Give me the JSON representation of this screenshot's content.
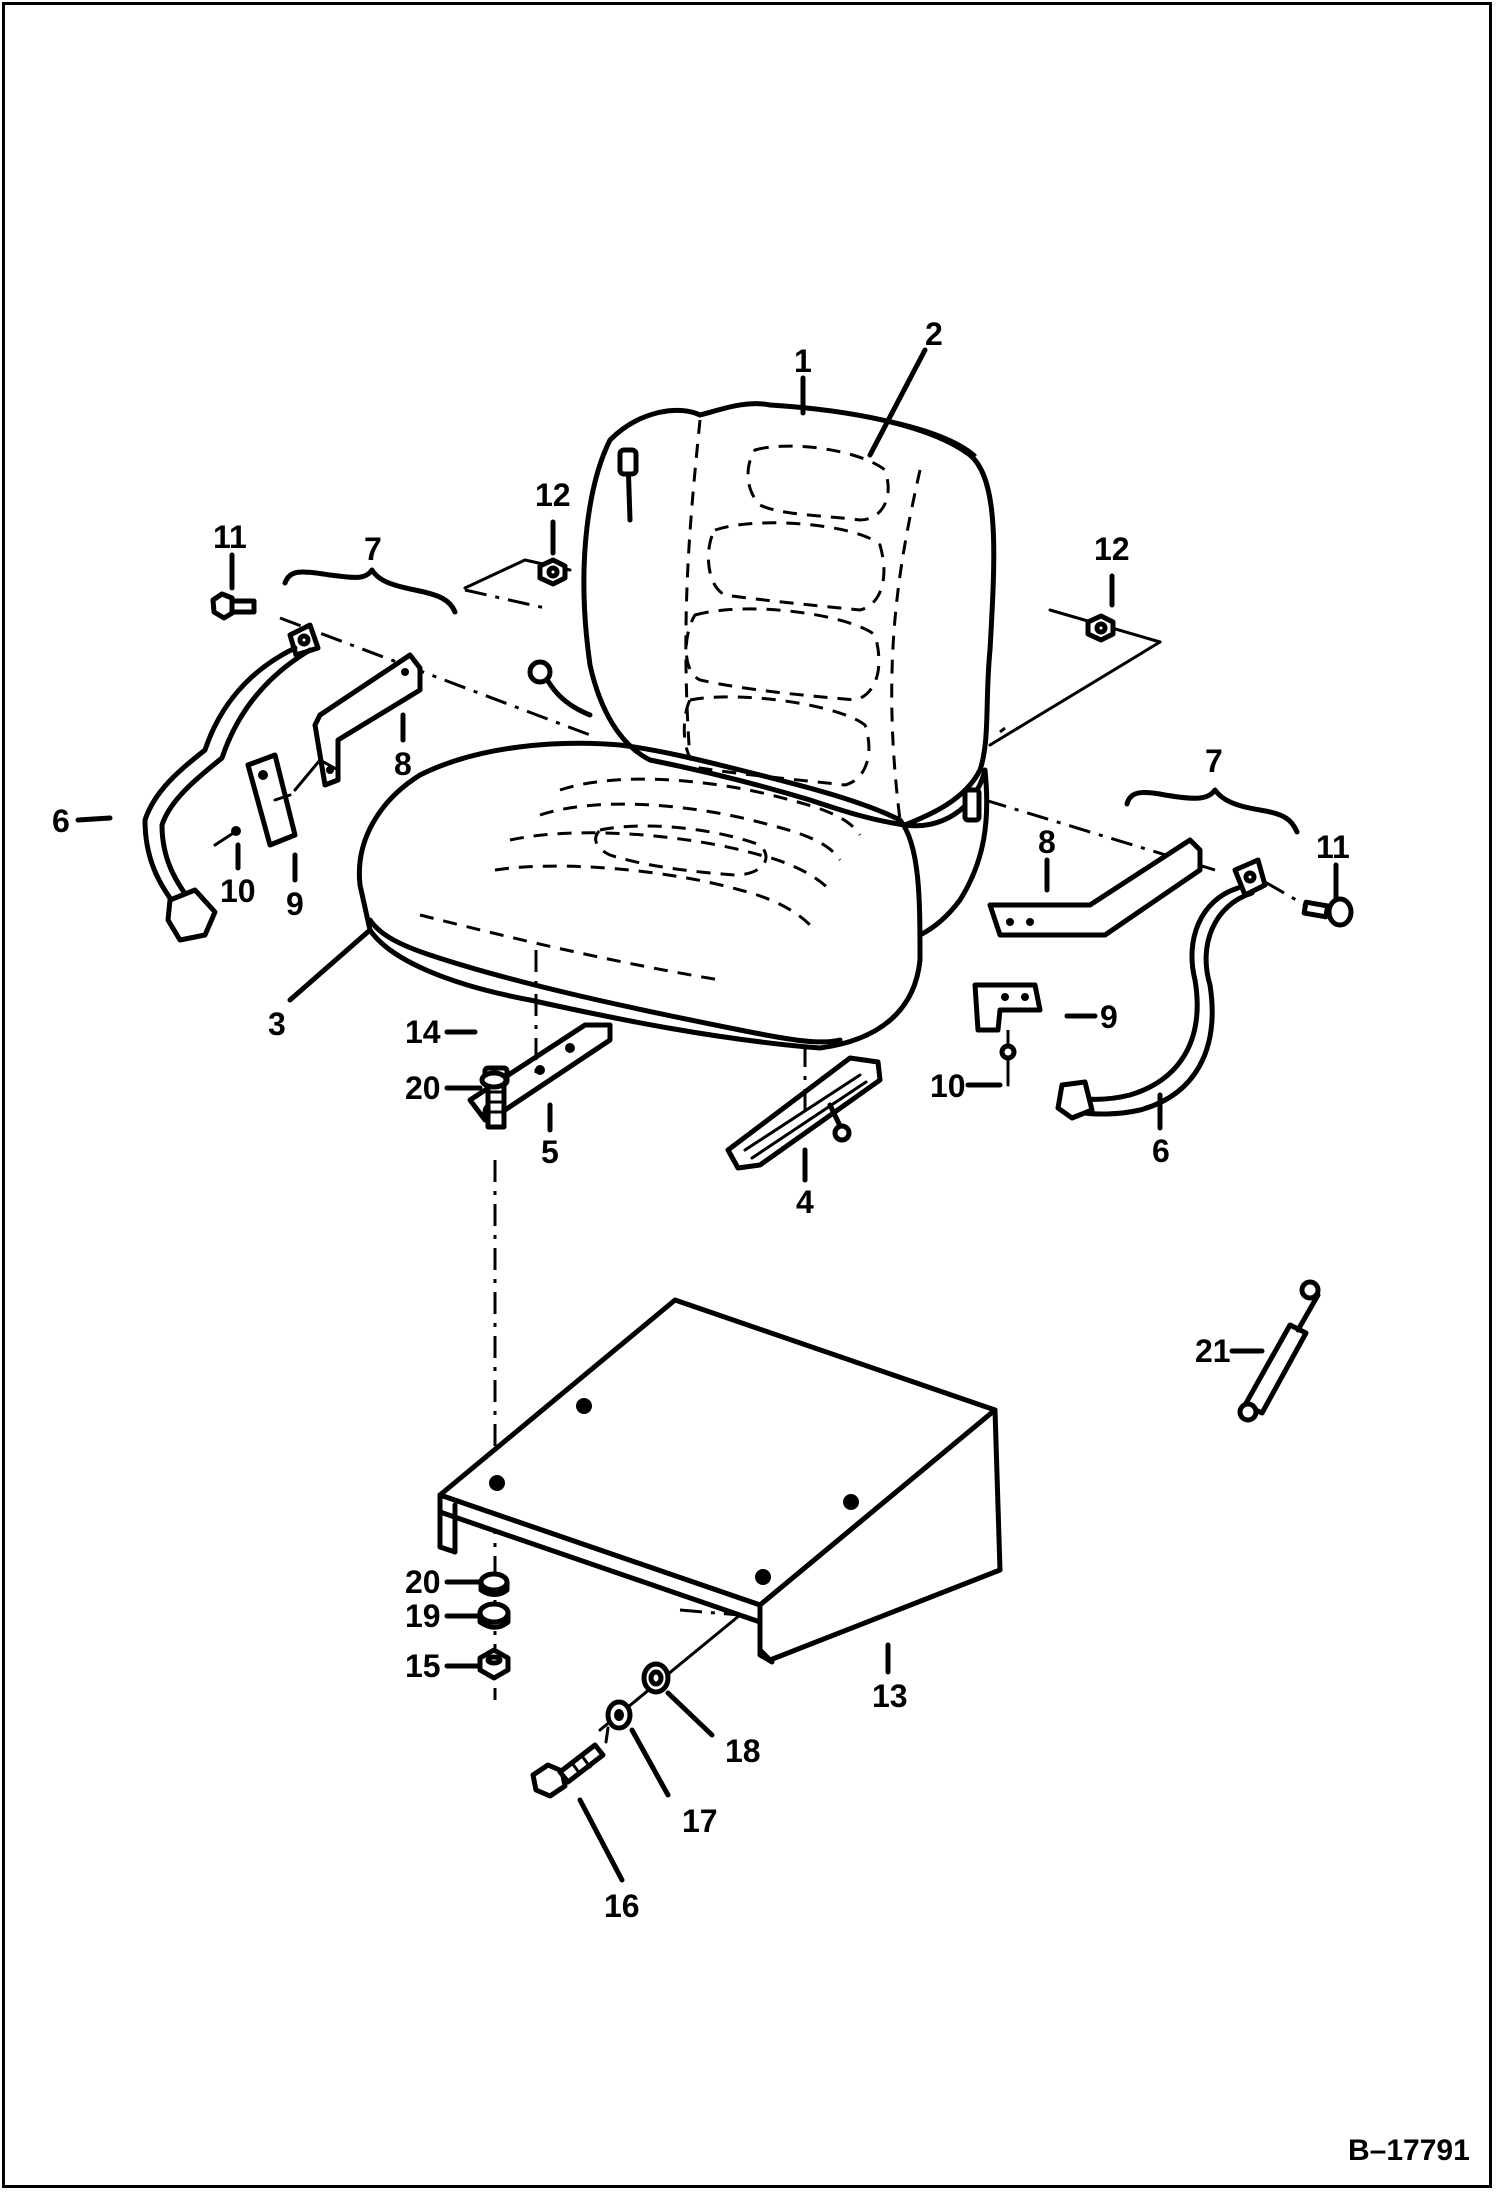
{
  "figure_id": "B–17791",
  "callouts": [
    {
      "id": "c1",
      "text": "1"
    },
    {
      "id": "c2",
      "text": "2"
    },
    {
      "id": "c3",
      "text": "3"
    },
    {
      "id": "c4",
      "text": "4"
    },
    {
      "id": "c5",
      "text": "5"
    },
    {
      "id": "c6a",
      "text": "6"
    },
    {
      "id": "c6b",
      "text": "6"
    },
    {
      "id": "c7a",
      "text": "7"
    },
    {
      "id": "c7b",
      "text": "7"
    },
    {
      "id": "c8a",
      "text": "8"
    },
    {
      "id": "c8b",
      "text": "8"
    },
    {
      "id": "c9a",
      "text": "9"
    },
    {
      "id": "c9b",
      "text": "9"
    },
    {
      "id": "c10a",
      "text": "10"
    },
    {
      "id": "c10b",
      "text": "10"
    },
    {
      "id": "c11a",
      "text": "11"
    },
    {
      "id": "c11b",
      "text": "11"
    },
    {
      "id": "c12a",
      "text": "12"
    },
    {
      "id": "c12b",
      "text": "12"
    },
    {
      "id": "c13",
      "text": "13"
    },
    {
      "id": "c14",
      "text": "14"
    },
    {
      "id": "c15",
      "text": "15"
    },
    {
      "id": "c16",
      "text": "16"
    },
    {
      "id": "c17",
      "text": "17"
    },
    {
      "id": "c18",
      "text": "18"
    },
    {
      "id": "c19",
      "text": "19"
    },
    {
      "id": "c20a",
      "text": "20"
    },
    {
      "id": "c20b",
      "text": "20"
    },
    {
      "id": "c21",
      "text": "21"
    }
  ]
}
